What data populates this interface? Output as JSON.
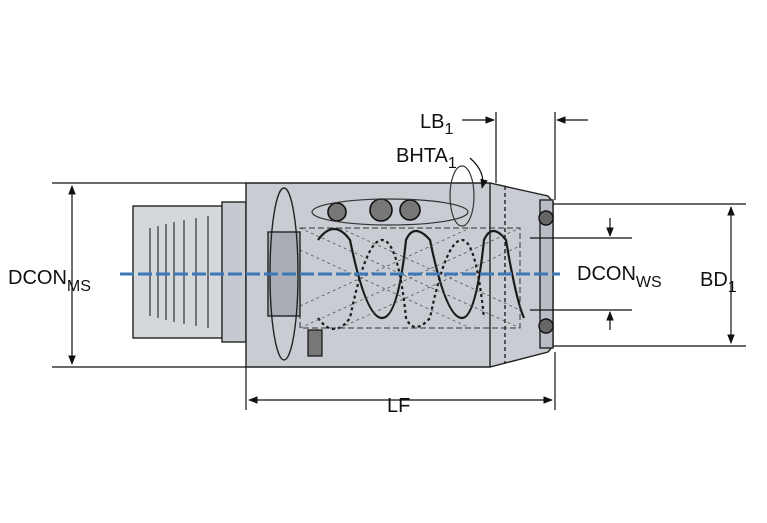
{
  "labels": {
    "dcon_ms": {
      "main": "DCON",
      "sub": "MS"
    },
    "dcon_ws": {
      "main": "DCON",
      "sub": "WS"
    },
    "bd": {
      "main": "BD",
      "sub": "1"
    },
    "lb": {
      "main": "LB",
      "sub": "1"
    },
    "bhta": {
      "main": "BHTA",
      "sub": "1"
    },
    "lf": {
      "main": "LF",
      "sub": ""
    }
  },
  "colors": {
    "body_fill": "#c9cdd3",
    "body_shade": "#b8bdc5",
    "shank_fill": "#d4d8dd",
    "centerline": "#3b78b5",
    "line": "#111111"
  }
}
